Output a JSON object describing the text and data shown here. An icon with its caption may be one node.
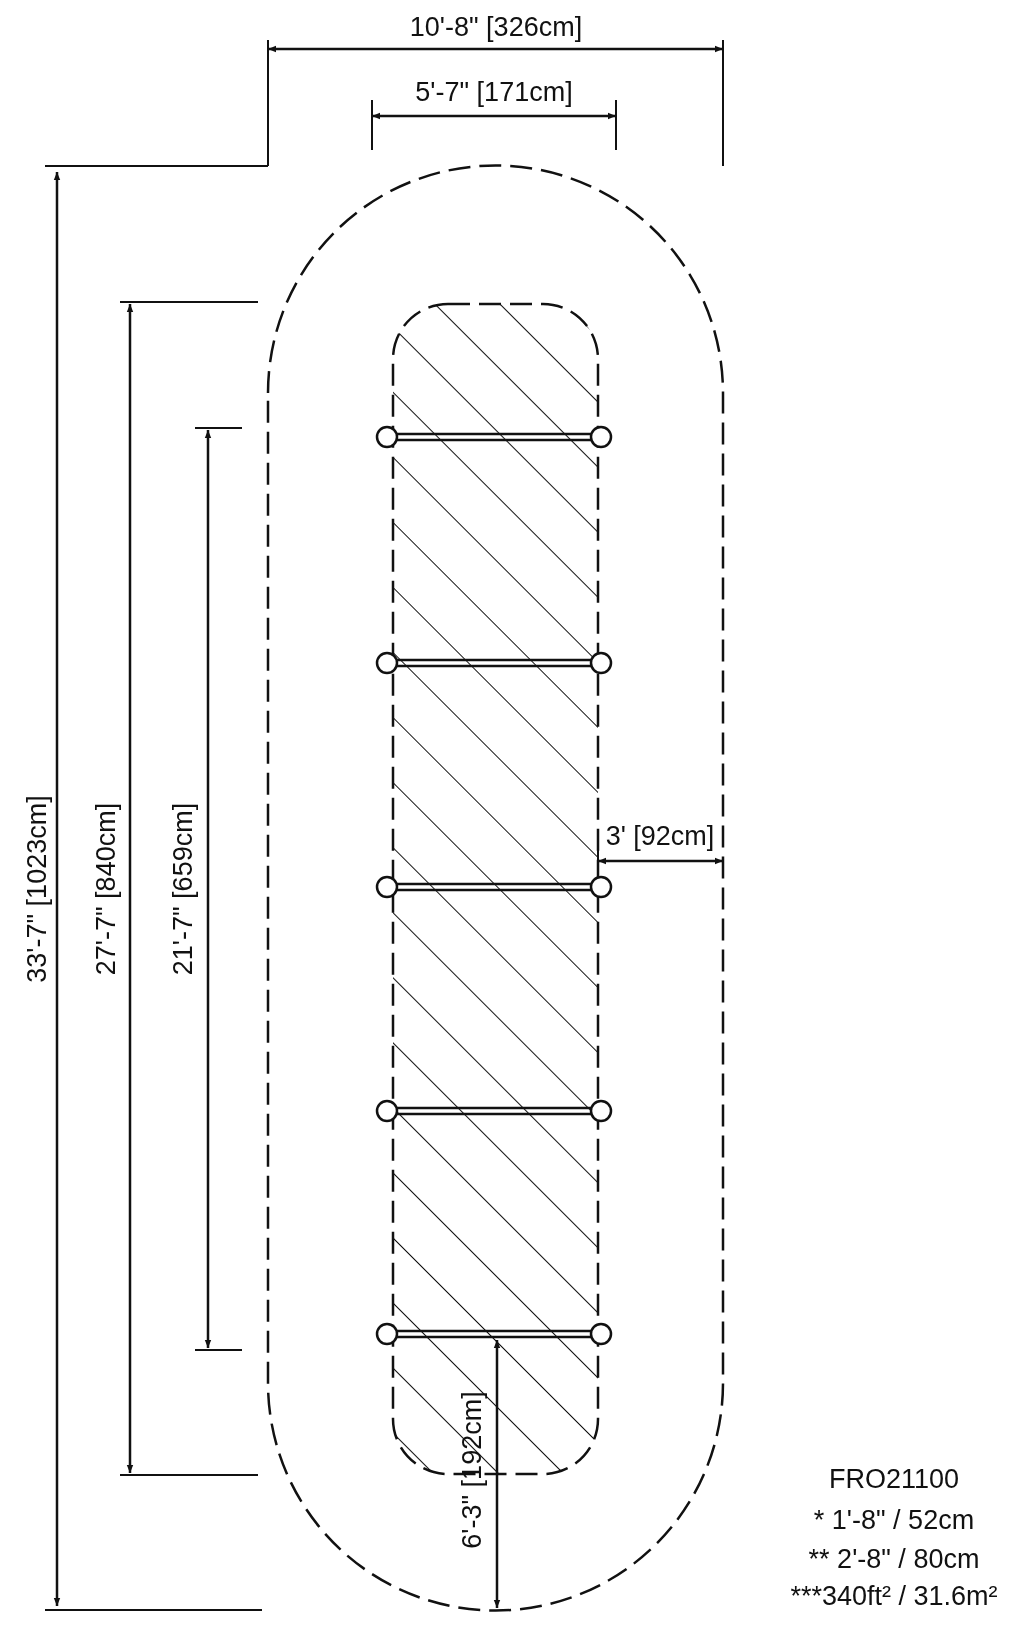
{
  "diagram": {
    "labels": [
      "10'-8\" [326cm]",
      "5'-7\" [171cm]",
      "33'-7\" [1023cm]",
      "27'-7\" [840cm]",
      "21'-7\" [659cm]",
      "3' [92cm]",
      "6'-3\" [192cm]",
      "FRO21100",
      "* 1'-8\" / 52cm",
      "** 2'-8\" / 80cm",
      "***340ft² / 31.6m²"
    ]
  }
}
